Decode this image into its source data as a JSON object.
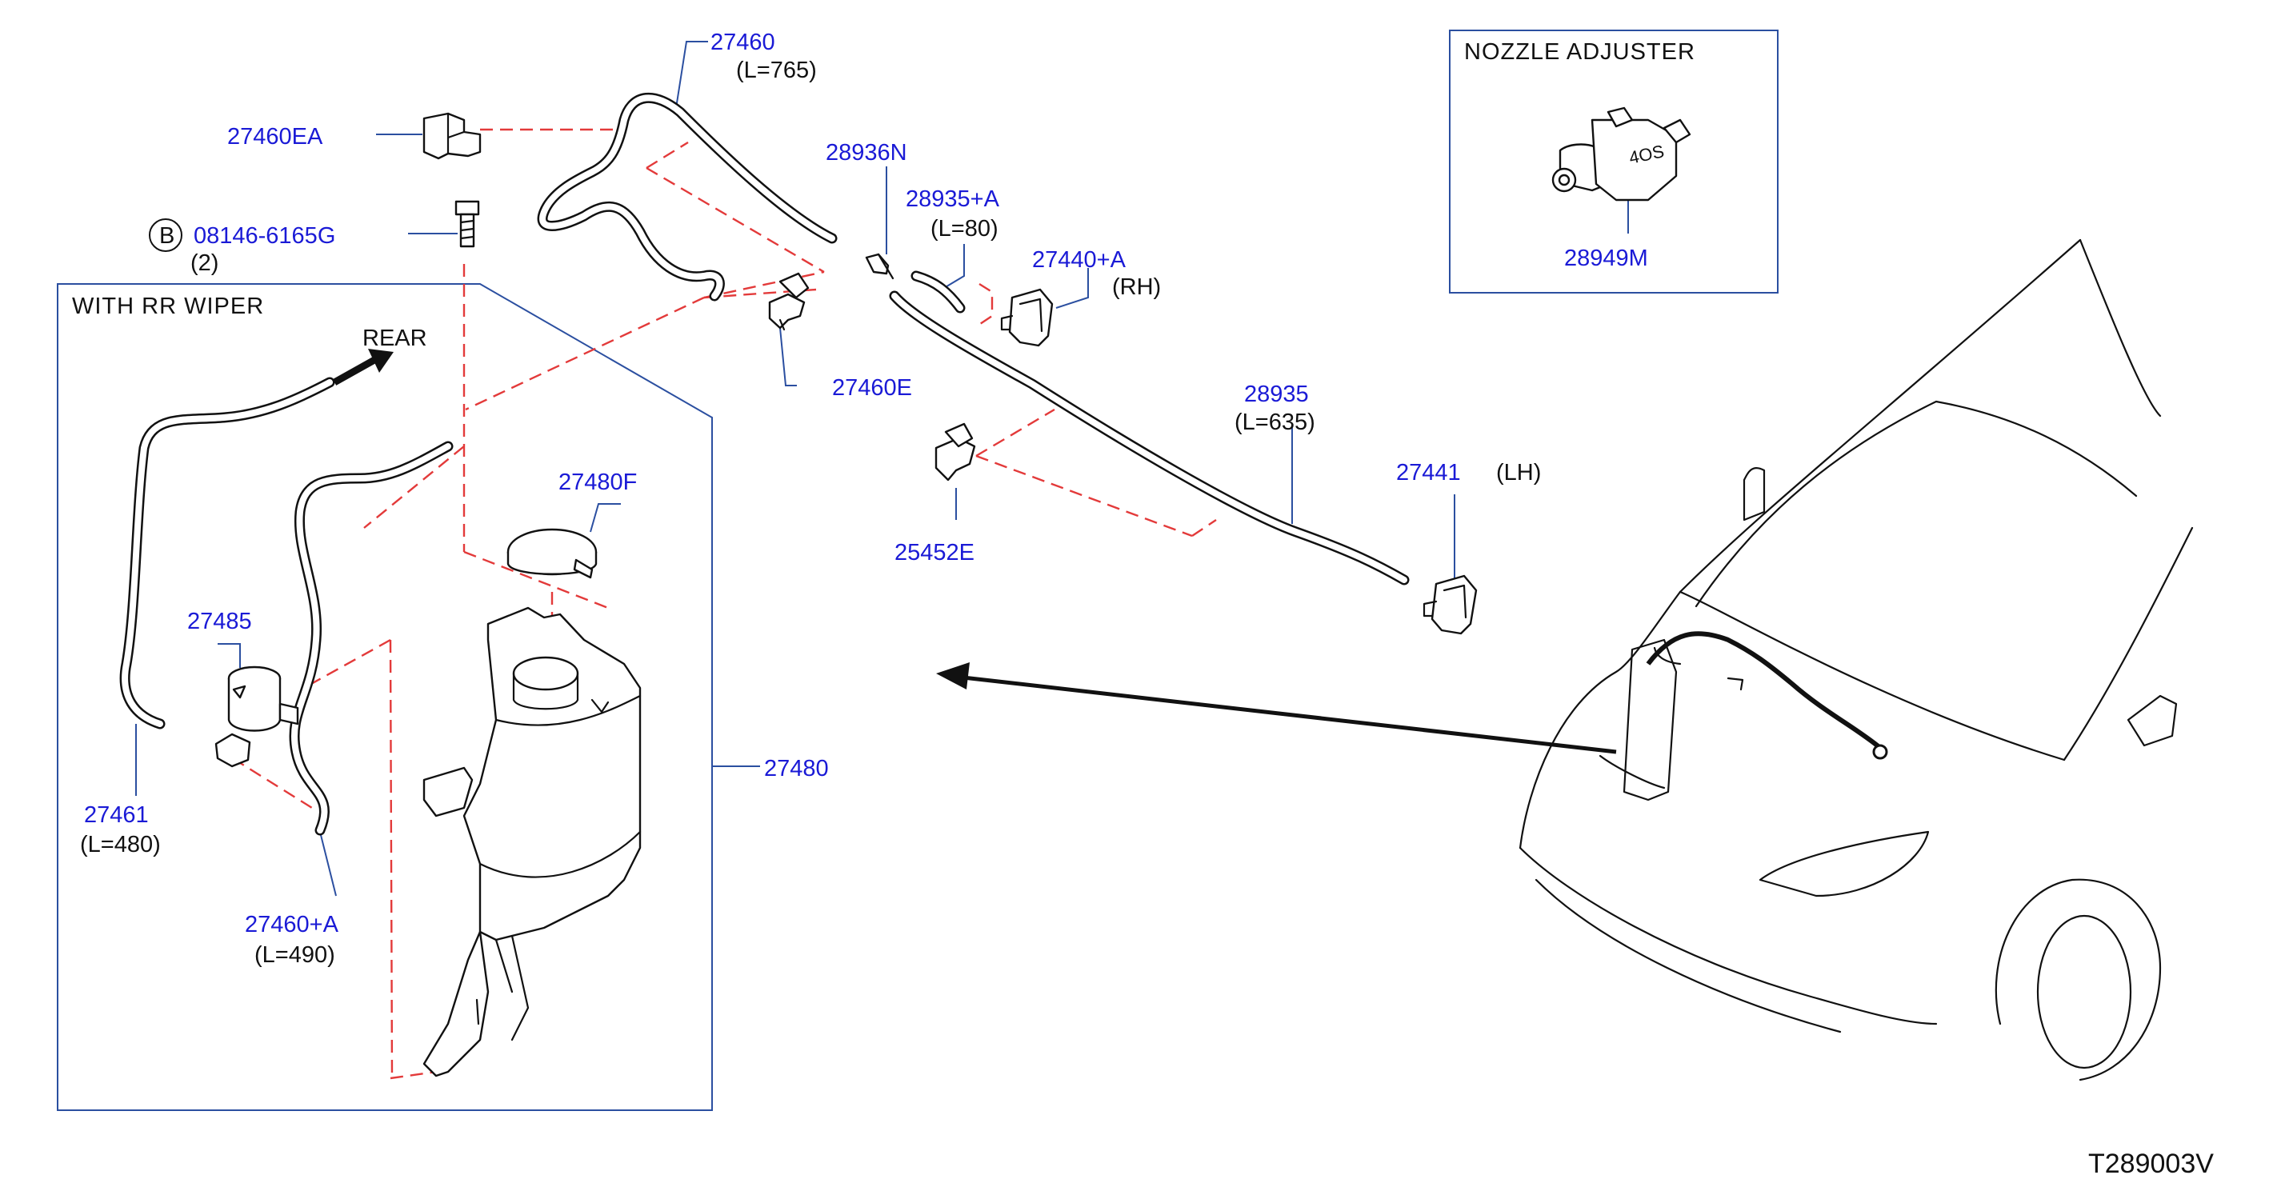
{
  "callouts": {
    "p27460": "27460",
    "p27460_len": "(L=765)",
    "p27460EA": "27460EA",
    "p_bolt": "08146-6165G",
    "p_bolt_circle": "B",
    "p_bolt_qty": "(2)",
    "p28936N": "28936N",
    "p28935A": "28935+A",
    "p28935A_len": "(L=80)",
    "p27440A": "27440+A",
    "p27440A_side": "(RH)",
    "p27460E": "27460E",
    "p28935": "28935",
    "p28935_len": "(L=635)",
    "p27441": "27441",
    "p27441_side": "(LH)",
    "p25452E": "25452E",
    "p27480F": "27480F",
    "p27485": "27485",
    "p27480": "27480",
    "p27461": "27461",
    "p27461_len": "(L=480)",
    "p27460A": "27460+A",
    "p27460A_len": "(L=490)",
    "p28949M": "28949M"
  },
  "inset_rear_wiper": {
    "title": "WITH   RR   WIPER",
    "direction_label": "REAR"
  },
  "inset_nozzle": {
    "title": "NOZZLE   ADJUSTER",
    "tool_marking": "4OS"
  },
  "illustration_code": "T289003V",
  "colors": {
    "part_number": "#1a1ad6",
    "leader_line": "#2b4fa0",
    "dashed_guide": "#e33a3a",
    "drawing": "#111111"
  }
}
